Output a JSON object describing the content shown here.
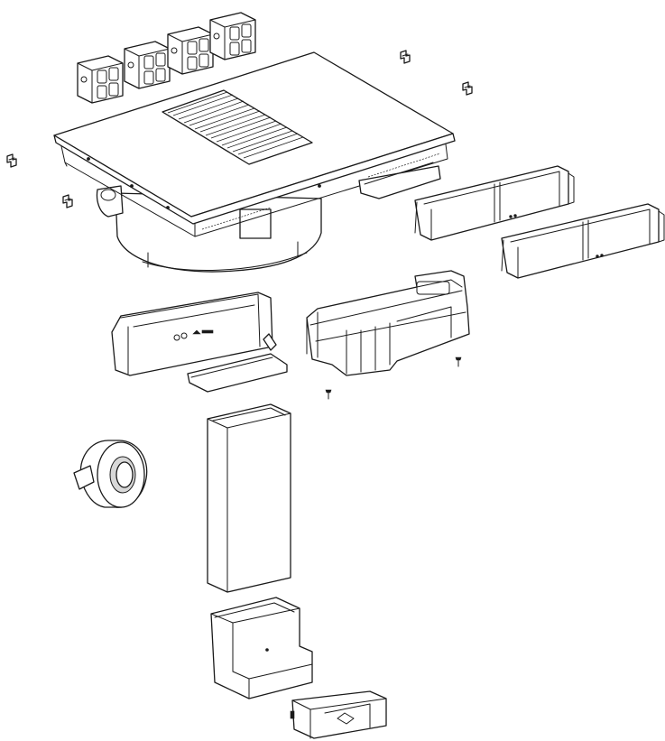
{
  "diagram": {
    "parts": [
      {
        "name": "carbon-filter"
      },
      {
        "name": "cooktop-hob"
      },
      {
        "name": "mounting-bracket"
      },
      {
        "name": "duct-extension-frame"
      },
      {
        "name": "air-outlet-box"
      },
      {
        "name": "motor-housing"
      },
      {
        "name": "screw"
      },
      {
        "name": "sealing-tape-roll"
      },
      {
        "name": "vertical-duct"
      },
      {
        "name": "elbow-duct"
      },
      {
        "name": "duct-adapter"
      }
    ],
    "colors": {
      "line": "#1a1a1a",
      "background": "#ffffff",
      "fill": "#ffffff",
      "shade": "#d8d8d8"
    }
  }
}
